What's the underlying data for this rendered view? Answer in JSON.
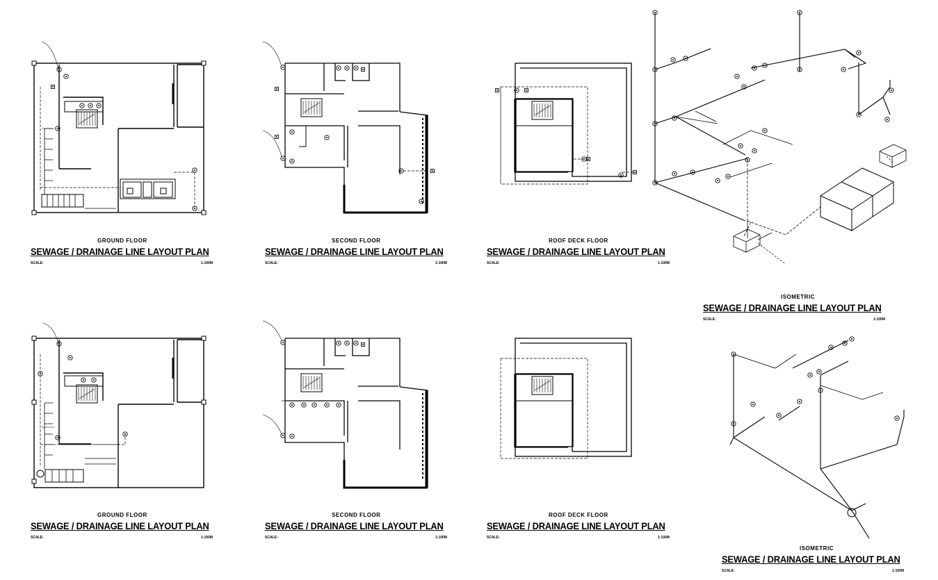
{
  "labels": {
    "title": "SEWAGE / DRAINAGE LINE LAYOUT PLAN",
    "scale": "SCALE:",
    "ratio": "1:100M"
  },
  "drawings": [
    {
      "id": "ground-top",
      "subtitle": "GROUND FLOOR"
    },
    {
      "id": "second-top",
      "subtitle": "SECOND FLOOR"
    },
    {
      "id": "roof-top",
      "subtitle": "ROOF DECK FLOOR"
    },
    {
      "id": "iso-top",
      "subtitle": "ISOMETRIC"
    },
    {
      "id": "ground-bot",
      "subtitle": "GROUND FLOOR"
    },
    {
      "id": "second-bot",
      "subtitle": "SECOND FLOOR"
    },
    {
      "id": "roof-bot",
      "subtitle": "ROOF DECK FLOOR"
    },
    {
      "id": "iso-bot",
      "subtitle": "ISOMETRIC"
    }
  ],
  "colors": {
    "ink": "#000000",
    "paper": "#ffffff"
  }
}
